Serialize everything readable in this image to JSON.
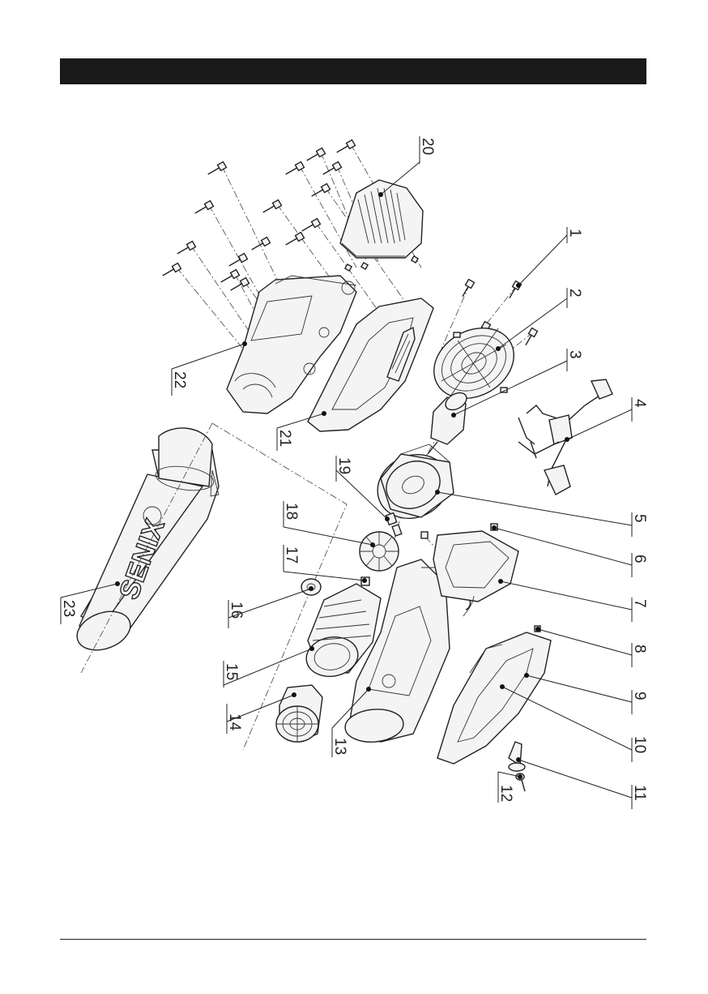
{
  "brand": {
    "logo_text": "SENIX"
  },
  "parts": [
    {
      "num": "1"
    },
    {
      "num": "2"
    },
    {
      "num": "3"
    },
    {
      "num": "4"
    },
    {
      "num": "5"
    },
    {
      "num": "6"
    },
    {
      "num": "7"
    },
    {
      "num": "8"
    },
    {
      "num": "9"
    },
    {
      "num": "10"
    },
    {
      "num": "11"
    },
    {
      "num": "12"
    },
    {
      "num": "13"
    },
    {
      "num": "14"
    },
    {
      "num": "15"
    },
    {
      "num": "16"
    },
    {
      "num": "17"
    },
    {
      "num": "18"
    },
    {
      "num": "19"
    },
    {
      "num": "20"
    },
    {
      "num": "21"
    },
    {
      "num": "22"
    },
    {
      "num": "23"
    }
  ]
}
